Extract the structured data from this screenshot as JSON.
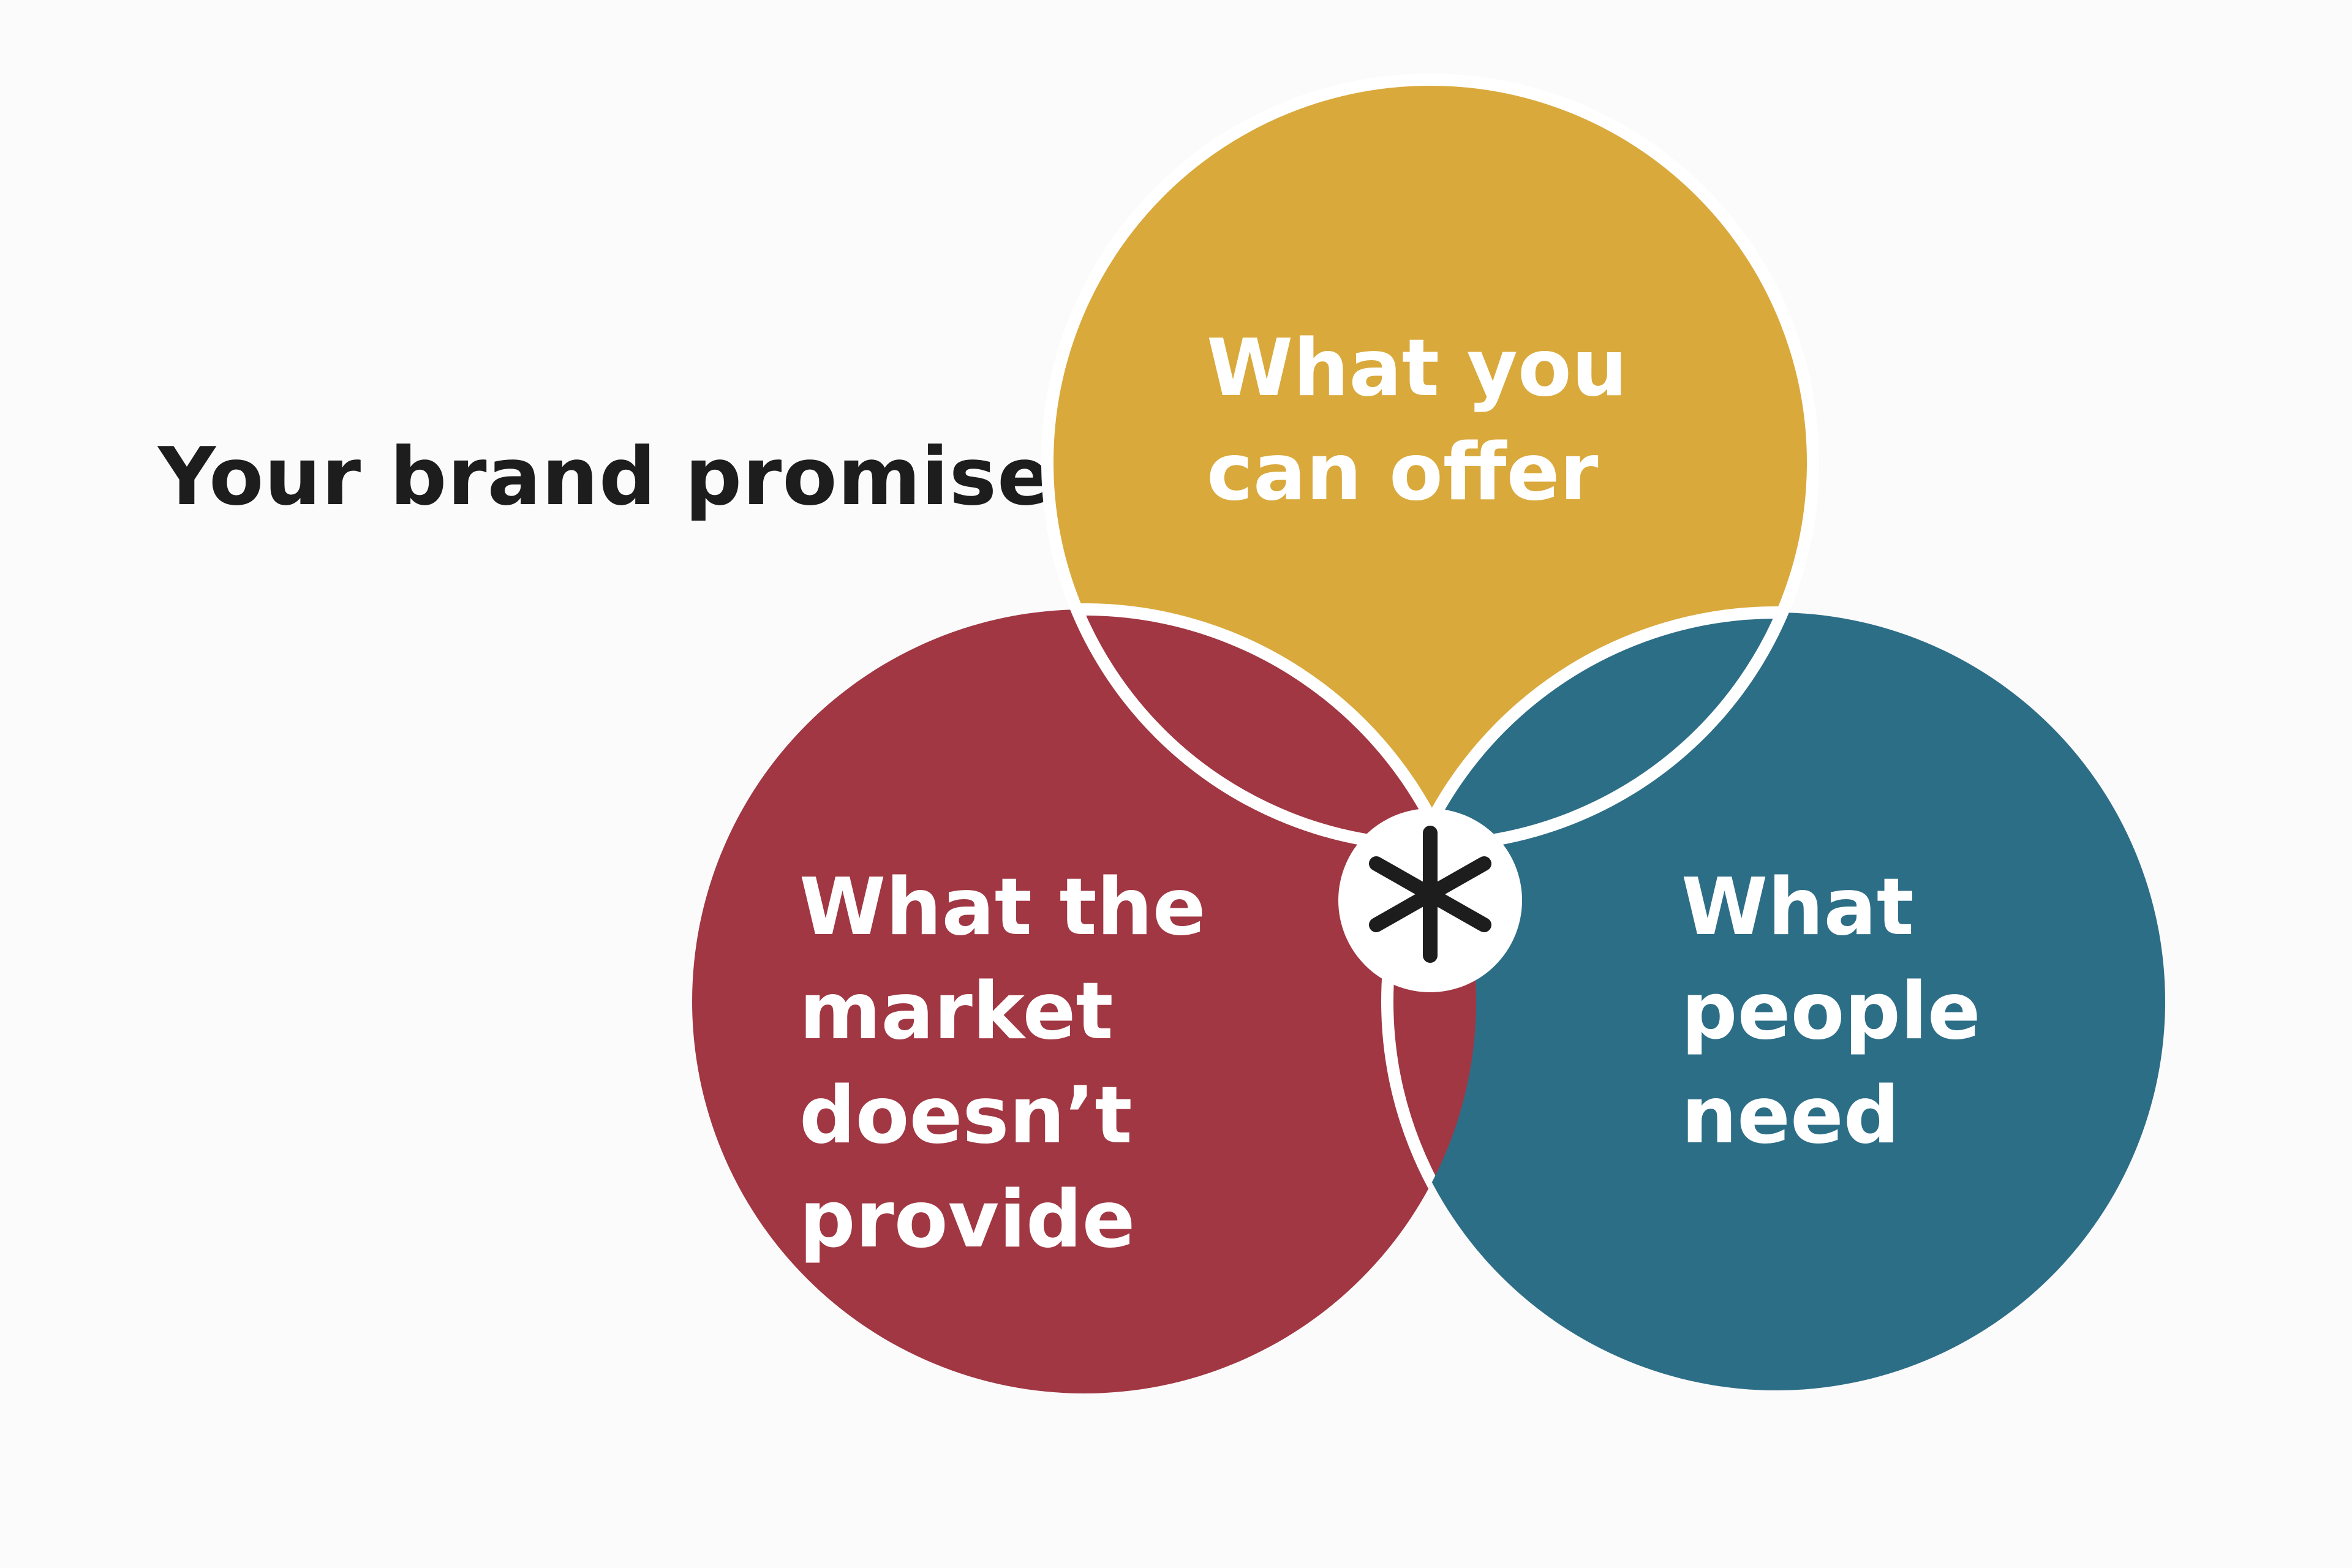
{
  "title": "Your brand promise",
  "colors": {
    "background": "#fbfbfc",
    "offer": "#d9a93b",
    "market": "#a13743",
    "people": "#2d6e87",
    "outline": "#ffffff",
    "center_mark": "#1d1d1d",
    "title_text": "#1d1d1d"
  },
  "center_icon": "asterisk-icon",
  "circles": [
    {
      "id": "offer",
      "lines": [
        "What you",
        "can offer"
      ]
    },
    {
      "id": "market",
      "lines": [
        "What the",
        "market",
        "doesn’t",
        "provide"
      ]
    },
    {
      "id": "people",
      "lines": [
        "What",
        "people",
        "need"
      ]
    }
  ]
}
